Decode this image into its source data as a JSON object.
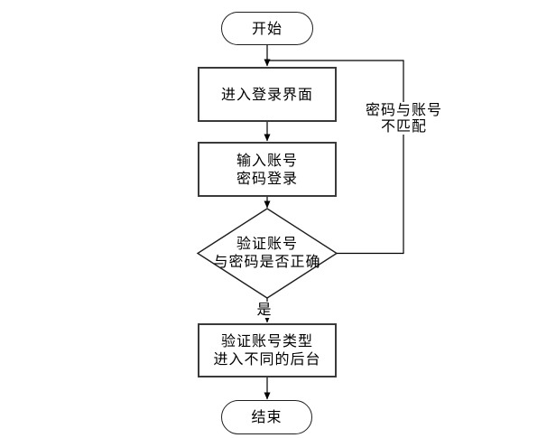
{
  "diagram": {
    "type": "flowchart",
    "background_color": "#ffffff",
    "line_color": "#000000",
    "node_border_color": "#3a3a3a",
    "text_color": "#000000",
    "nodes": {
      "start": {
        "label": "开始",
        "shape": "terminator"
      },
      "enter_login": {
        "label": "进入登录界面",
        "shape": "process"
      },
      "input_credentials": {
        "label": "输入账号\n密码登录",
        "shape": "process"
      },
      "verify_credentials": {
        "label": "验证账号\n与密码是否正确",
        "shape": "decision"
      },
      "route_backend": {
        "label": "验证账号类型\n进入不同的后台",
        "shape": "process"
      },
      "end": {
        "label": "结束",
        "shape": "terminator"
      }
    },
    "edge_labels": {
      "yes": "是",
      "mismatch": "密码与账号\n不匹配"
    }
  }
}
